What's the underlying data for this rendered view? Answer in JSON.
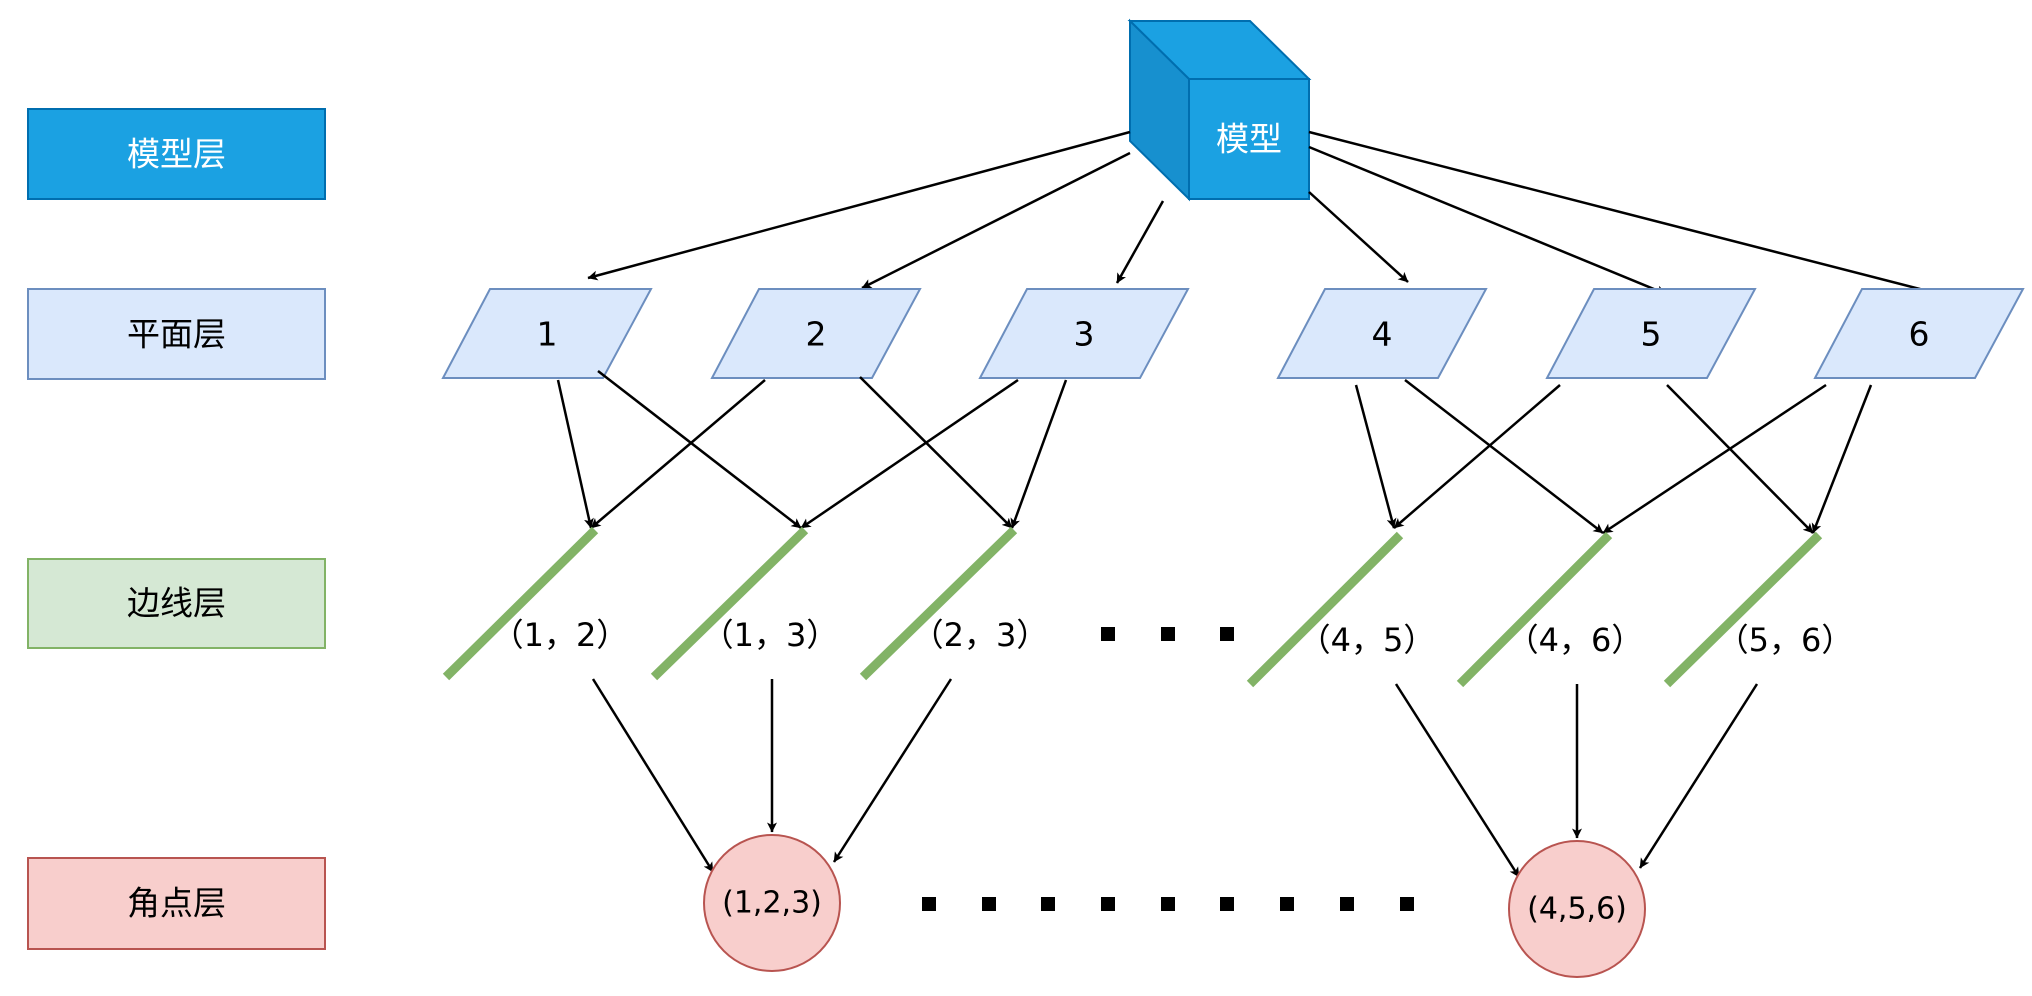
{
  "legend": {
    "model_layer": "模型层",
    "plane_layer": "平面层",
    "edge_layer": "边线层",
    "corner_layer": "角点层"
  },
  "model": {
    "label": "模型"
  },
  "planes": [
    "1",
    "2",
    "3",
    "4",
    "5",
    "6"
  ],
  "edges": [
    "（1，2）",
    "（1，3）",
    "（2，3）",
    "（4，5）",
    "（4，6）",
    "（5，6）"
  ],
  "corners": [
    "(1,2,3)",
    "(4,5,6)"
  ],
  "colors": {
    "model_fill": "#1ba1e2",
    "model_stroke": "#006eaf",
    "plane_fill": "#dae8fc",
    "plane_stroke": "#6c8ebf",
    "edge_fill": "#d5e8d4",
    "edge_stroke": "#82b366",
    "corner_fill": "#f8cecc",
    "corner_stroke": "#b85450",
    "arrow": "#000000"
  }
}
